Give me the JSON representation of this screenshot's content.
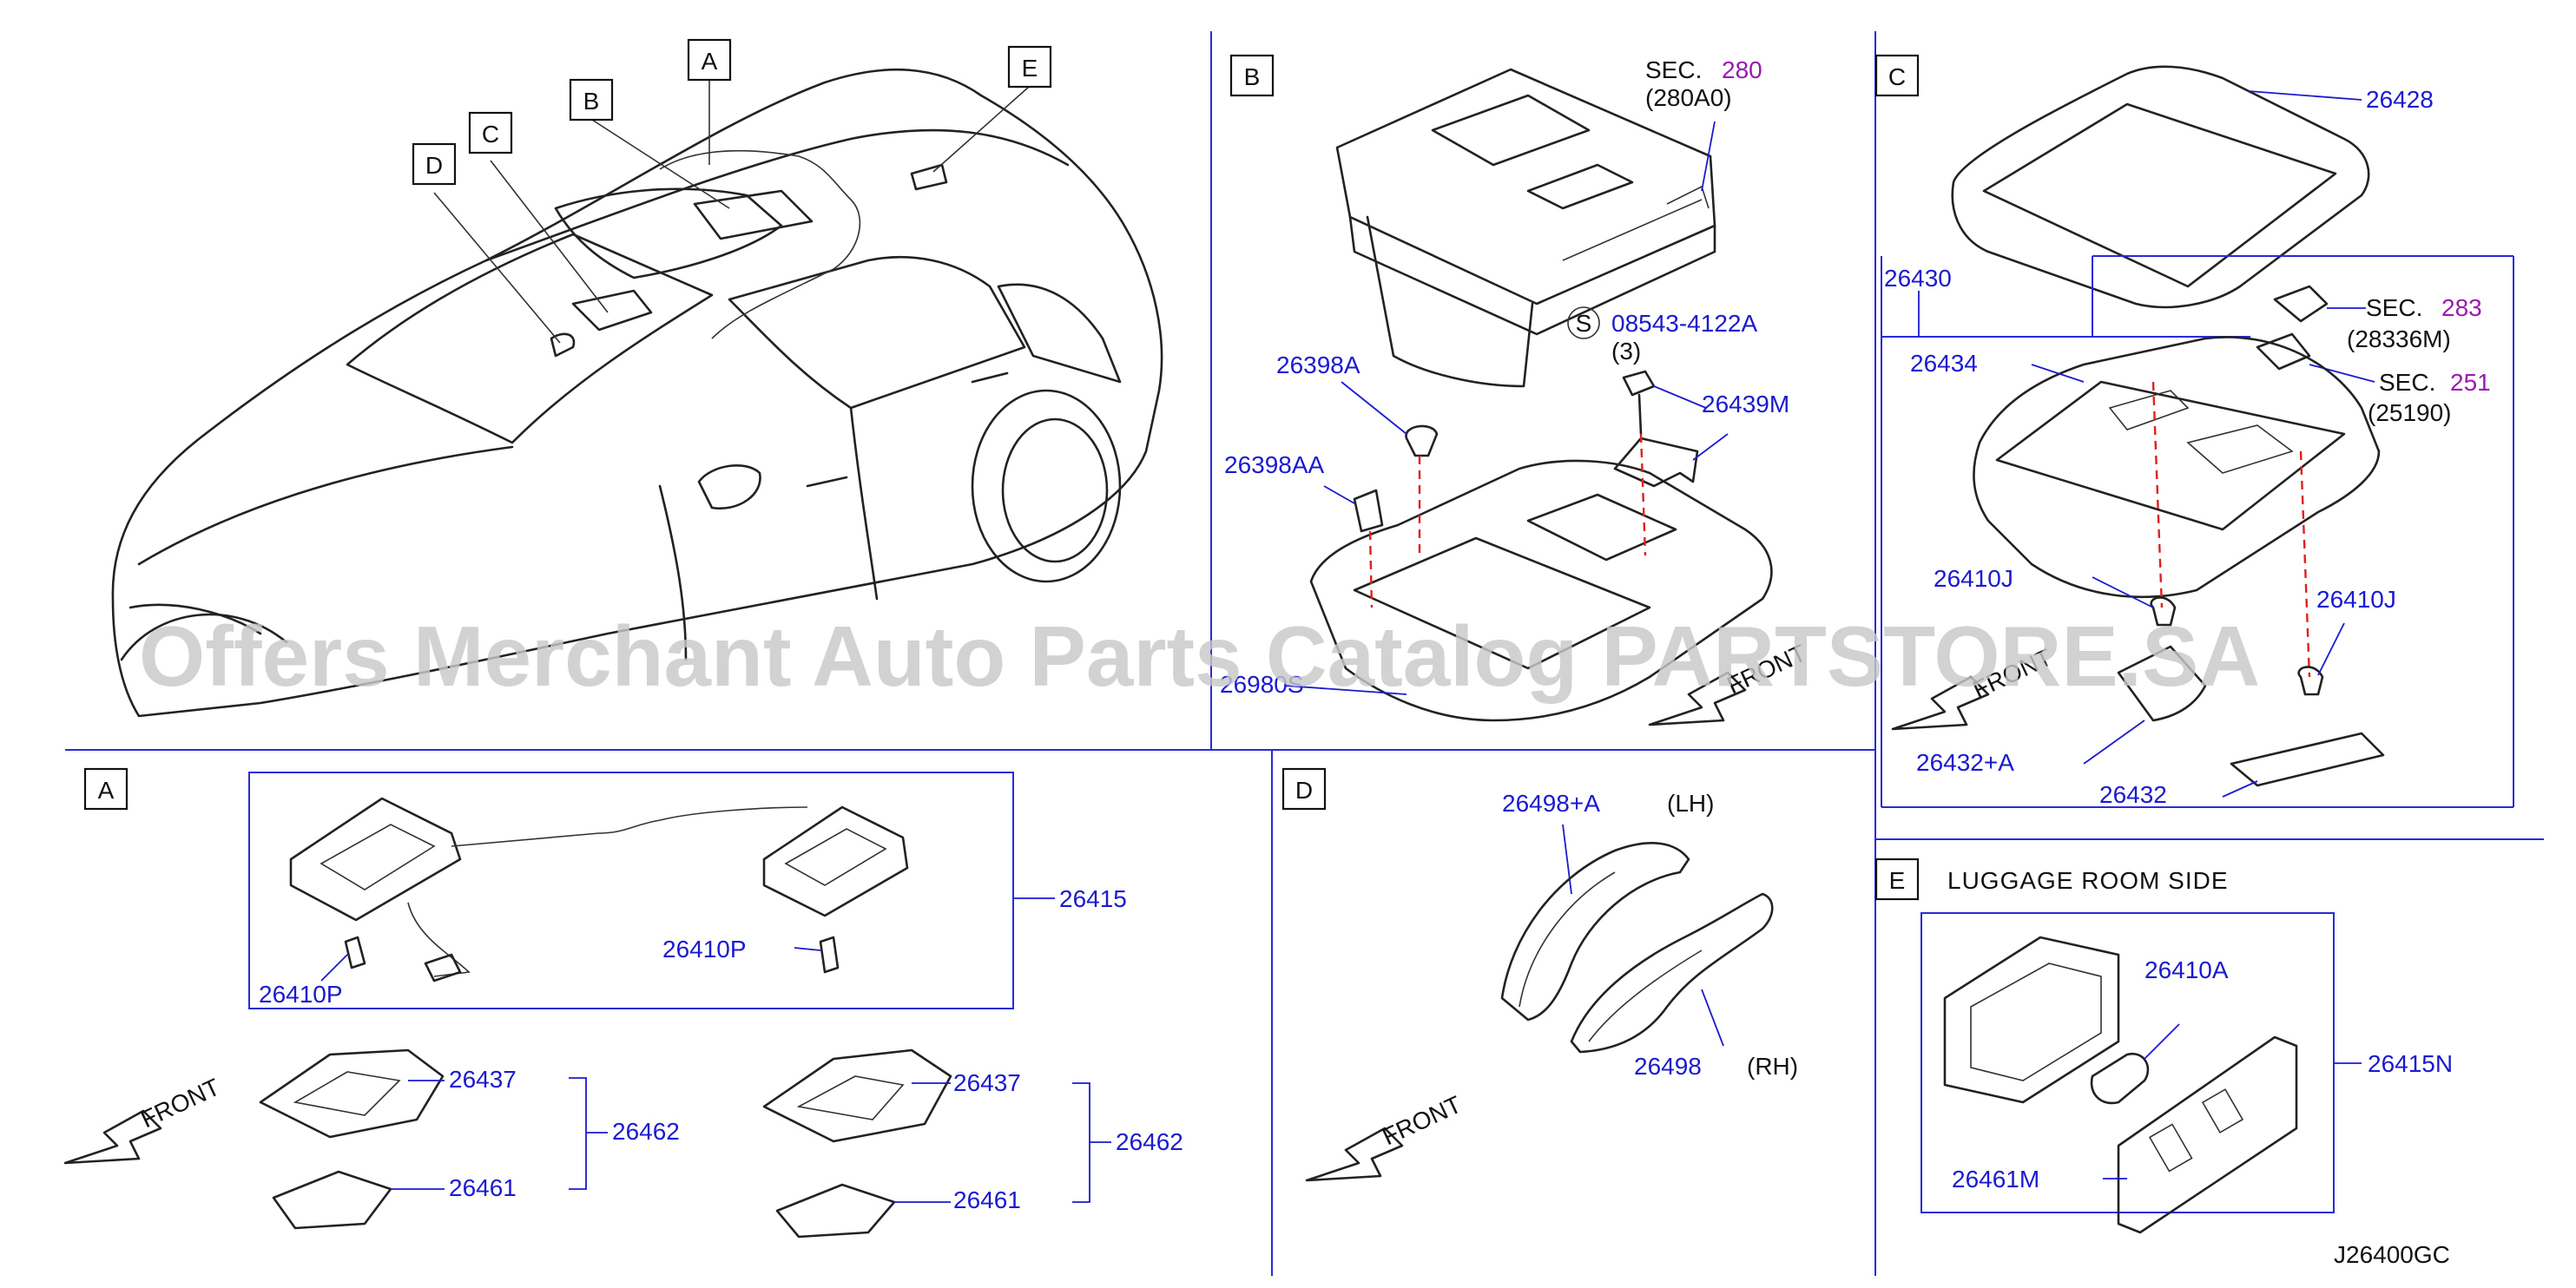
{
  "watermark": "Offers Merchant Auto Parts Catalog PARTSTORE.SA",
  "diagram_code": "J26400GC",
  "overview": {
    "callouts": [
      "A",
      "B",
      "C",
      "D",
      "E"
    ]
  },
  "section_b": {
    "letter": "B",
    "sec_label": "SEC.",
    "sec_num": "280",
    "sec_sub": "(280A0)",
    "screw_symbol": "S",
    "screw_part": "08543-4122A",
    "screw_qty": "(3)",
    "parts": [
      "26398A",
      "26398AA",
      "26439M",
      "26980S"
    ],
    "front": "FRONT"
  },
  "section_c": {
    "letter": "C",
    "parts": [
      "26428",
      "26430",
      "26434",
      "26410J",
      "26410J",
      "26432+A",
      "26432"
    ],
    "sec1_label": "SEC.",
    "sec1_num": "283",
    "sec1_sub": "(28336M)",
    "sec2_label": "SEC.",
    "sec2_num": "251",
    "sec2_sub": "(25190)",
    "front": "FRONT"
  },
  "section_a": {
    "letter": "A",
    "parts": [
      "26415",
      "26410P",
      "26410P",
      "26437",
      "26462",
      "26461",
      "26437",
      "26462",
      "26461"
    ],
    "front": "FRONT"
  },
  "section_d": {
    "letter": "D",
    "part_lh": "26498+A",
    "side_lh": "(LH)",
    "part_rh": "26498",
    "side_rh": "(RH)",
    "front": "FRONT"
  },
  "section_e": {
    "letter": "E",
    "title": "LUGGAGE ROOM SIDE",
    "parts": [
      "26410A",
      "26415N",
      "26461M"
    ]
  }
}
